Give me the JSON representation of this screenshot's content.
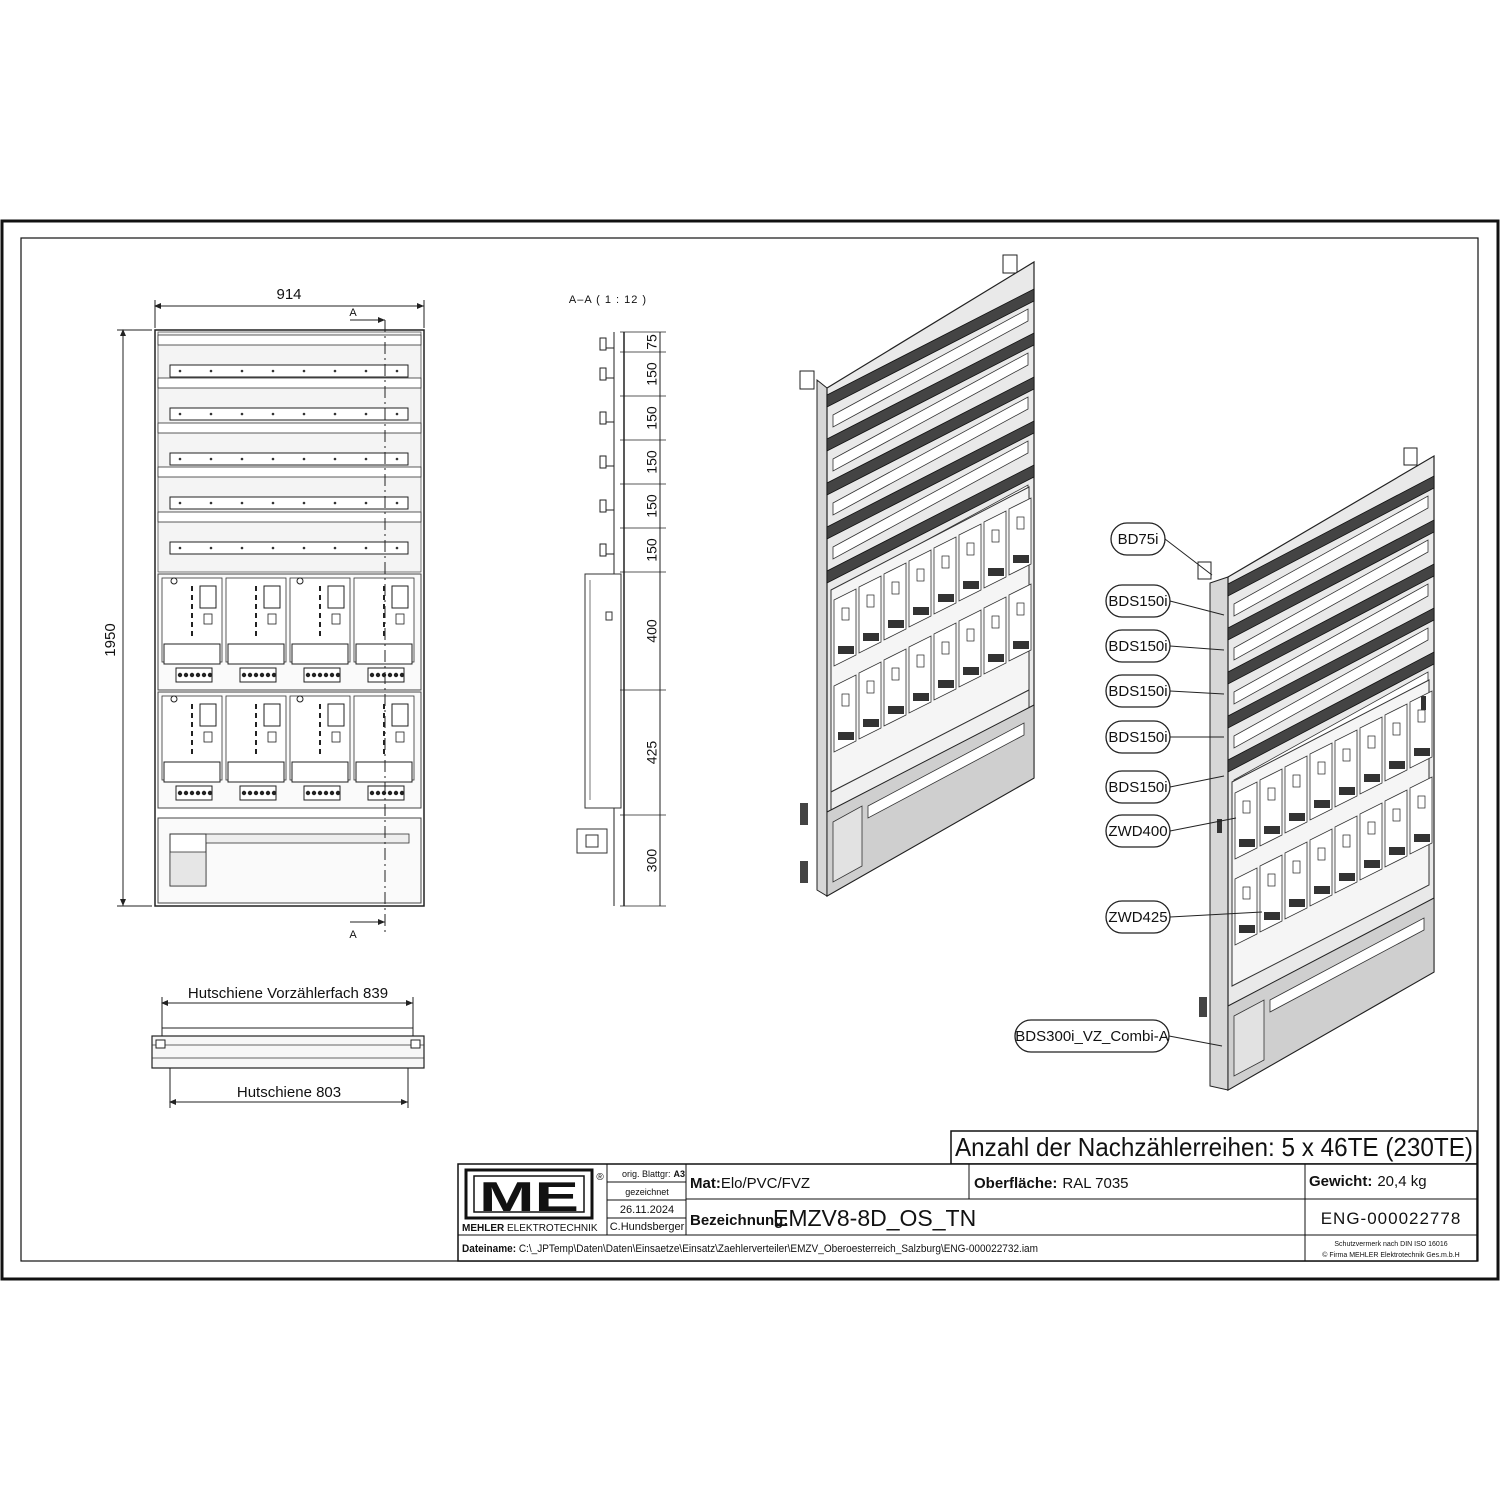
{
  "front_view": {
    "width_label": "914",
    "height_label": "1950",
    "section_mark": "A"
  },
  "section_view": {
    "title": "A–A ( 1 : 12 )",
    "dims": [
      "75",
      "150",
      "150",
      "150",
      "150",
      "150",
      "400",
      "425",
      "300"
    ]
  },
  "rail_view": {
    "top_label": "Hutschiene Vorzählerfach 839",
    "bottom_label": "Hutschiene 803"
  },
  "callouts": [
    "BD75i",
    "BDS150i",
    "BDS150i",
    "BDS150i",
    "BDS150i",
    "BDS150i",
    "ZWD400",
    "ZWD425",
    "BDS300i_VZ_Combi-A"
  ],
  "title_block": {
    "headline": "Anzahl der Nachzählerreihen: 5 x 46TE (230TE)",
    "logo_text": "ME",
    "registered": "®",
    "company_bold": "MEHLER",
    "company_rest": " ELEKTROTECHNIK",
    "orig_label": "orig. Blattgr:",
    "orig_value": "A3",
    "drawn_label": "gezeichnet",
    "date": "26.11.2024",
    "drawn_by": "C.Hundsberger",
    "mat_label": "Mat:",
    "mat_value": "Elo/PVC/FVZ",
    "surface_label": "Oberfläche:",
    "surface_value": "RAL 7035",
    "weight_label": "Gewicht:",
    "weight_value": "20,4 kg",
    "designation_label": "Bezeichnung:",
    "designation_value": "EMZV8-8D_OS_TN",
    "drawing_number": "ENG-000022778",
    "filename_label": "Dateiname:",
    "filename_value": "C:\\_JPTemp\\Daten\\Daten\\Einsaetze\\Einsatz\\Zaehlerverteiler\\EMZV_Oberoesterreich_Salzburg\\ENG-000022732.iam",
    "protection_note": "Schutzvermerk nach DIN ISO 16016",
    "copyright": "© Firma MEHLER Elektrotechnik Ges.m.b.H"
  }
}
